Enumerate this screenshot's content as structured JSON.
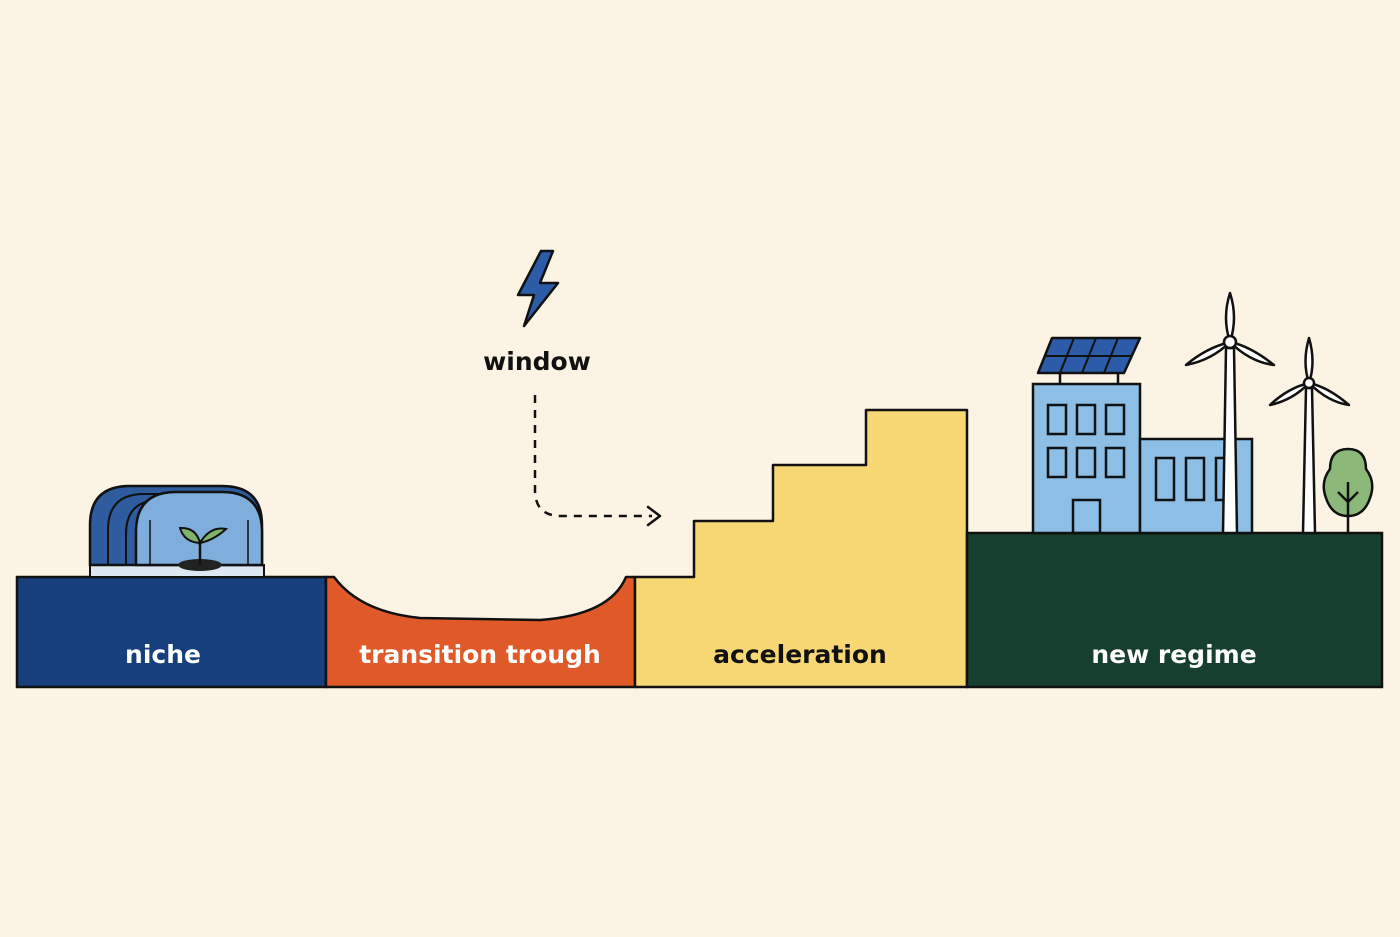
{
  "labels": {
    "window": "window",
    "niche": "niche",
    "trough": "transition trough",
    "acceleration": "acceleration",
    "regime": "new regime"
  },
  "icons": {
    "window": "lightning-bolt-icon",
    "niche": "greenhouse-seedling-icon",
    "regime": "solar-building-wind-turbine-icon"
  },
  "colors": {
    "background": "#FBF3E4",
    "outline": "#111111",
    "niche": "#173F7E",
    "trough": "#E05A29",
    "acceleration": "#F8D874",
    "regime": "#163F2E",
    "building": "#8DBFE6",
    "solar": "#2C5BA8",
    "tree": "#8CB879",
    "label_light": "#FFFFFF",
    "label_dark": "#111111"
  }
}
